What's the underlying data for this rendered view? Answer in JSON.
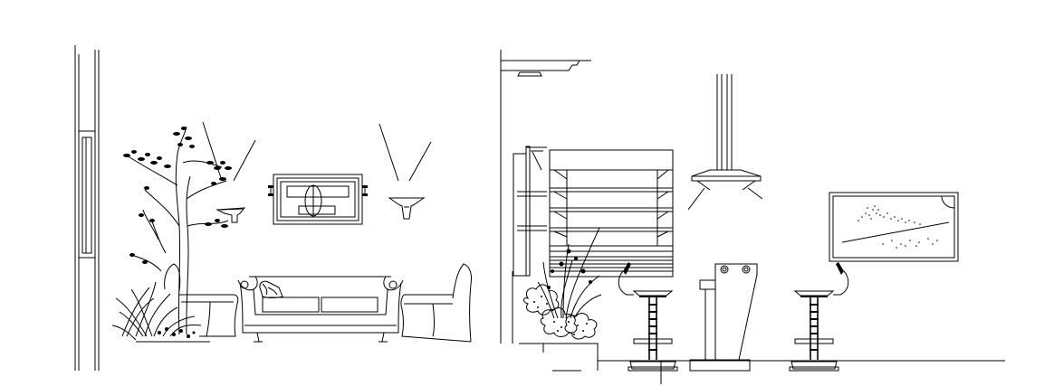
{
  "drawing": {
    "kind": "interior elevation line drawing",
    "left_panel": {
      "elements": [
        "wall-edge",
        "door-frame",
        "indoor-tree",
        "potted-plant",
        "wall-lamp",
        "framed-artwork",
        "wall-sconce",
        "sofa",
        "cushion",
        "armchair-left",
        "armchair-right"
      ]
    },
    "right_panel": {
      "elements": [
        "wall-edge",
        "crown-molding",
        "wall-shelf",
        "window-blinds",
        "shrub-planter",
        "range-hood",
        "kitchen-island",
        "bar-stool-left",
        "bar-stool-right",
        "wall-tv",
        "floor-line"
      ]
    }
  },
  "colors": {
    "line": "#000000",
    "background": "#ffffff"
  }
}
